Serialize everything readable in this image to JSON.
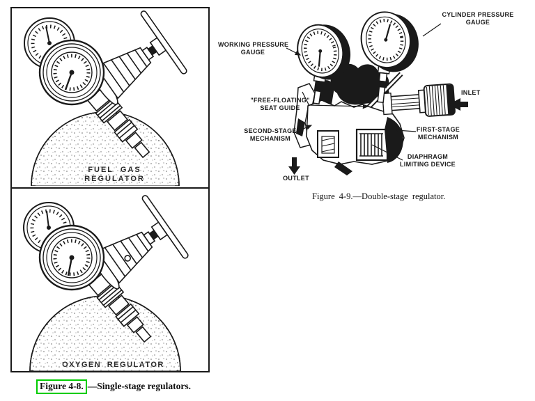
{
  "page": {
    "background_color": "#ffffff",
    "ink_color": "#1a1a1a",
    "highlight_color": "#00cc00"
  },
  "figure_48": {
    "panel_top_label_l1": "FUEL GAS",
    "panel_top_label_l2": "REGULATOR",
    "panel_bottom_label": "OXYGEN REGULATOR",
    "caption_link": "Figure 4-8.",
    "caption_rest": "—Single-stage regulators."
  },
  "figure_49": {
    "caption": "Figure 4-9.—Double-stage regulator.",
    "labels": {
      "working_gauge_l1": "WORKING PRESSURE",
      "working_gauge_l2": "GAUGE",
      "cylinder_gauge_l1": "CYLINDER PRESSURE",
      "cylinder_gauge_l2": "GAUGE",
      "seat_guide_l1": "\"FREE-FLOATING\"",
      "seat_guide_l2": "SEAT GUIDE",
      "second_stage_l1": "SECOND-STAGE",
      "second_stage_l2": "MECHANISM",
      "first_stage_l1": "FIRST-STAGE",
      "first_stage_l2": "MECHANISM",
      "diaphragm_l1": "DIAPHRAGM",
      "diaphragm_l2": "LIMITING DEVICE",
      "inlet": "INLET",
      "outlet": "OUTLET"
    }
  }
}
